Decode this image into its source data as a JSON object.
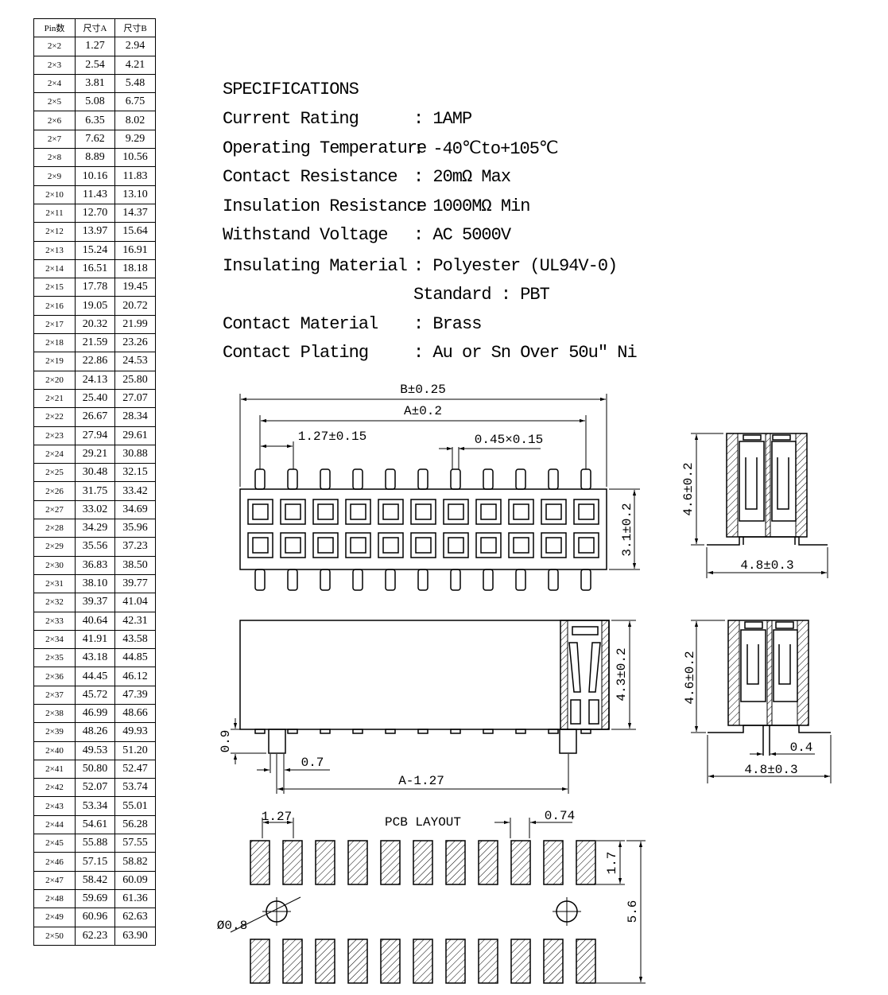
{
  "table": {
    "headers": [
      "Pin数",
      "尺寸A",
      "尺寸B"
    ],
    "rows": [
      [
        "2×2",
        "1.27",
        "2.94"
      ],
      [
        "2×3",
        "2.54",
        "4.21"
      ],
      [
        "2×4",
        "3.81",
        "5.48"
      ],
      [
        "2×5",
        "5.08",
        "6.75"
      ],
      [
        "2×6",
        "6.35",
        "8.02"
      ],
      [
        "2×7",
        "7.62",
        "9.29"
      ],
      [
        "2×8",
        "8.89",
        "10.56"
      ],
      [
        "2×9",
        "10.16",
        "11.83"
      ],
      [
        "2×10",
        "11.43",
        "13.10"
      ],
      [
        "2×11",
        "12.70",
        "14.37"
      ],
      [
        "2×12",
        "13.97",
        "15.64"
      ],
      [
        "2×13",
        "15.24",
        "16.91"
      ],
      [
        "2×14",
        "16.51",
        "18.18"
      ],
      [
        "2×15",
        "17.78",
        "19.45"
      ],
      [
        "2×16",
        "19.05",
        "20.72"
      ],
      [
        "2×17",
        "20.32",
        "21.99"
      ],
      [
        "2×18",
        "21.59",
        "23.26"
      ],
      [
        "2×19",
        "22.86",
        "24.53"
      ],
      [
        "2×20",
        "24.13",
        "25.80"
      ],
      [
        "2×21",
        "25.40",
        "27.07"
      ],
      [
        "2×22",
        "26.67",
        "28.34"
      ],
      [
        "2×23",
        "27.94",
        "29.61"
      ],
      [
        "2×24",
        "29.21",
        "30.88"
      ],
      [
        "2×25",
        "30.48",
        "32.15"
      ],
      [
        "2×26",
        "31.75",
        "33.42"
      ],
      [
        "2×27",
        "33.02",
        "34.69"
      ],
      [
        "2×28",
        "34.29",
        "35.96"
      ],
      [
        "2×29",
        "35.56",
        "37.23"
      ],
      [
        "2×30",
        "36.83",
        "38.50"
      ],
      [
        "2×31",
        "38.10",
        "39.77"
      ],
      [
        "2×32",
        "39.37",
        "41.04"
      ],
      [
        "2×33",
        "40.64",
        "42.31"
      ],
      [
        "2×34",
        "41.91",
        "43.58"
      ],
      [
        "2×35",
        "43.18",
        "44.85"
      ],
      [
        "2×36",
        "44.45",
        "46.12"
      ],
      [
        "2×37",
        "45.72",
        "47.39"
      ],
      [
        "2×38",
        "46.99",
        "48.66"
      ],
      [
        "2×39",
        "48.26",
        "49.93"
      ],
      [
        "2×40",
        "49.53",
        "51.20"
      ],
      [
        "2×41",
        "50.80",
        "52.47"
      ],
      [
        "2×42",
        "52.07",
        "53.74"
      ],
      [
        "2×43",
        "53.34",
        "55.01"
      ],
      [
        "2×44",
        "54.61",
        "56.28"
      ],
      [
        "2×45",
        "55.88",
        "57.55"
      ],
      [
        "2×46",
        "57.15",
        "58.82"
      ],
      [
        "2×47",
        "58.42",
        "60.09"
      ],
      [
        "2×48",
        "59.69",
        "61.36"
      ],
      [
        "2×49",
        "60.96",
        "62.63"
      ],
      [
        "2×50",
        "62.23",
        "63.90"
      ]
    ]
  },
  "specs": {
    "title": "SPECIFICATIONS",
    "rows": [
      {
        "label": "Current Rating",
        "value": ": 1AMP"
      },
      {
        "label": "Operating Temperature",
        "value": ": -40℃to+105℃"
      },
      {
        "label": "Contact Resistance",
        "value": ": 20mΩ Max"
      },
      {
        "label": "Insulation Resistance",
        "value": ": 1000MΩ Min"
      },
      {
        "label": "Withstand Voltage",
        "value": ": AC 5000V"
      },
      {
        "label": "Insulating Material",
        "value": ": Polyester (UL94V-0)"
      },
      {
        "label": "",
        "value": "  Standard : PBT"
      },
      {
        "label": "Contact Material",
        "value": ": Brass"
      },
      {
        "label": "Contact Plating",
        "value": ": Au or Sn Over 50u\" Ni"
      }
    ]
  },
  "dims": {
    "b": "B±0.25",
    "a": "A±0.2",
    "pitch": "1.27±0.15",
    "pin": "0.45×0.15",
    "h31": "3.1±0.2",
    "h46a": "4.6±0.2",
    "w48a": "4.8±0.3",
    "h43": "4.3±0.2",
    "h46b": "4.6±0.2",
    "w48b": "4.8±0.3",
    "d04": "0.4",
    "d09": "0.9",
    "d07": "0.7",
    "a127": "A-1.27",
    "pcb_title": "PCB LAYOUT",
    "pcb_pitch": "1.27",
    "pcb_pad": "0.74",
    "pcb_17": "1.7",
    "pcb_56": "5.6",
    "pcb_hole": "Ø0.8"
  }
}
